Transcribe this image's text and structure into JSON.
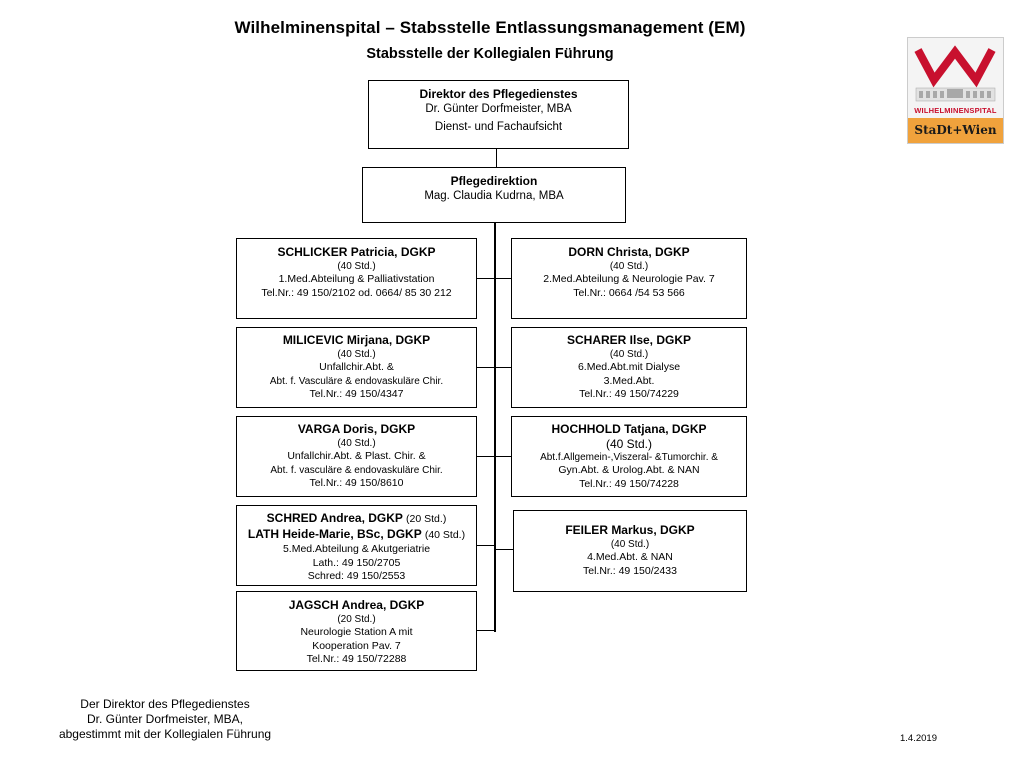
{
  "header": {
    "title": "Wilhelminenspital – Stabsstelle Entlassungsmanagement (EM)",
    "subtitle": "Stabsstelle der Kollegialen Führung"
  },
  "logo": {
    "name": "WILHELMINENSPITAL",
    "stadt": "StaDt+Wien",
    "brand_color": "#c8102e",
    "band_color": "#f0a23c"
  },
  "director": {
    "title": "Direktor des Pflegedienstes",
    "name": "Dr. Günter Dorfmeister, MBA",
    "note": "Dienst- und Fachaufsicht"
  },
  "pflegedirektion": {
    "title": "Pflegedirektion",
    "name": "Mag. Claudia Kudrna, MBA"
  },
  "staff": {
    "schlicker": {
      "name": "SCHLICKER Patricia, DGKP",
      "hours": "(40 Std.)",
      "dept": "1.Med.Abteilung & Palliativstation",
      "tel": "Tel.Nr.: 49 150/2102 od. 0664/ 85 30 212"
    },
    "dorn": {
      "name": "DORN Christa, DGKP",
      "hours": "(40 Std.)",
      "dept": "2.Med.Abteilung & Neurologie Pav. 7",
      "tel": "Tel.Nr.: 0664 /54 53 566"
    },
    "milicevic": {
      "name": "MILICEVIC Mirjana, DGKP",
      "hours": "(40 Std.)",
      "dept1": "Unfallchir.Abt. &",
      "dept2": "Abt. f. Vasculäre & endovaskuläre Chir.",
      "tel": "Tel.Nr.: 49 150/4347"
    },
    "scharer": {
      "name": "SCHARER Ilse, DGKP",
      "hours": "(40 Std.)",
      "dept1": "6.Med.Abt.mit Dialyse",
      "dept2": "3.Med.Abt.",
      "tel": "Tel.Nr.: 49 150/74229"
    },
    "varga": {
      "name": "VARGA Doris, DGKP",
      "hours": "(40 Std.)",
      "dept1": "Unfallchir.Abt. & Plast. Chir. &",
      "dept2": "Abt. f. vasculäre & endovaskuläre Chir.",
      "tel": "Tel.Nr.: 49 150/8610"
    },
    "hochhold": {
      "name": "HOCHHOLD Tatjana, DGKP",
      "hours": "(40 Std.)",
      "dept1": "Abt.f.Allgemein-,Viszeral- &Tumorchir. &",
      "dept2": "Gyn.Abt. & Urolog.Abt. & NAN",
      "tel": "Tel.Nr.: 49 150/74228"
    },
    "schred_lath": {
      "name1": "SCHRED Andrea, DGKP",
      "hours1": "(20 Std.)",
      "name2": "LATH Heide-Marie, BSc, DGKP",
      "hours2": "(40 Std.)",
      "dept": "5.Med.Abteilung & Akutgeriatrie",
      "tel1": "Lath.: 49 150/2705",
      "tel2": "Schred: 49 150/2553"
    },
    "feiler": {
      "name": "FEILER Markus, DGKP",
      "hours": "(40 Std.)",
      "dept": "4.Med.Abt. & NAN",
      "tel": "Tel.Nr.: 49 150/2433"
    },
    "jagsch": {
      "name": "JAGSCH Andrea, DGKP",
      "hours": "(20 Std.)",
      "dept1": "Neurologie Station A mit",
      "dept2": "Kooperation  Pav. 7",
      "tel": "Tel.Nr.: 49 150/72288"
    }
  },
  "footer": {
    "line1": "Der Direktor des Pflegedienstes",
    "line2": "Dr. Günter Dorfmeister, MBA,",
    "line3": "abgestimmt mit der Kollegialen Führung",
    "date": "1.4.2019"
  }
}
